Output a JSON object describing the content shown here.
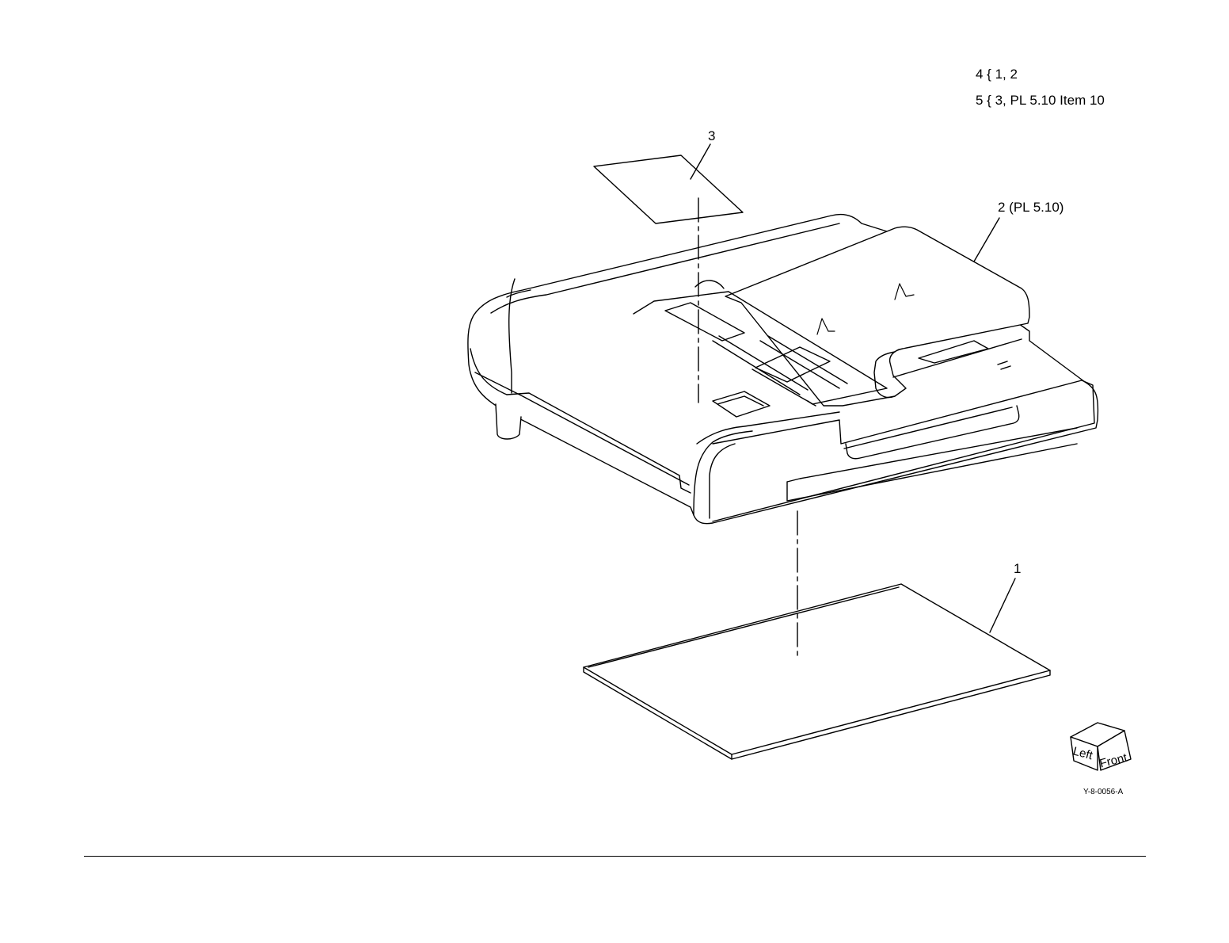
{
  "legend": {
    "line1": "4 { 1, 2",
    "line2": "5 { 3, PL 5.10 Item 10"
  },
  "callouts": {
    "item1": "1",
    "item2": "2 (PL 5.10)",
    "item3": "3"
  },
  "orientation": {
    "left": "Left",
    "front": "Front"
  },
  "figure_id": "Y-8-0056-A"
}
